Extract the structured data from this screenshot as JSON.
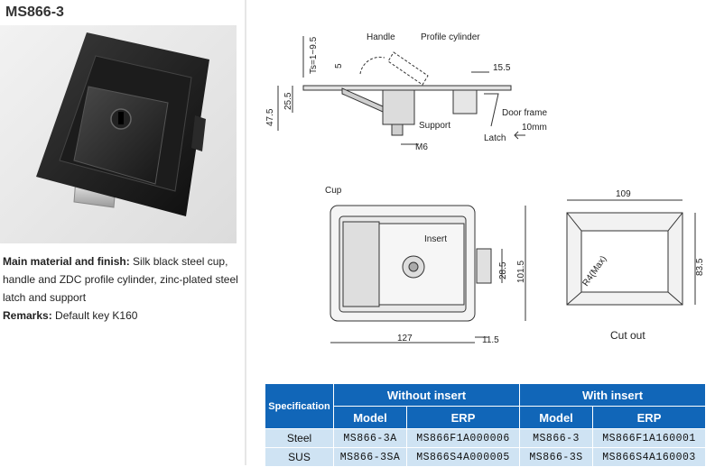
{
  "product": {
    "title": "MS866-3",
    "description": {
      "material_label": "Main material and finish:",
      "material_text": "Silk black steel cup, handle and ZDC profile cylinder, zinc-plated steel latch and support",
      "remarks_label": "Remarks:",
      "remarks_text": "Default key K160"
    }
  },
  "drawing": {
    "side_view": {
      "labels": {
        "handle": "Handle",
        "profile_cylinder": "Profile cylinder",
        "support": "Support",
        "door_frame": "Door frame",
        "latch": "Latch",
        "stroke": "10mm"
      },
      "dims": {
        "ts": "Ts=1~9.5",
        "d5": "5",
        "d155": "15.5",
        "d255": "25.5",
        "d475": "47.5",
        "m6": "M6"
      }
    },
    "front_view": {
      "labels": {
        "cup": "Cup",
        "insert": "Insert"
      },
      "dims": {
        "w127": "127",
        "w115": "11.5",
        "h1015": "101.5",
        "h285": "28.5"
      }
    },
    "cutout": {
      "label": "Cut out",
      "dims": {
        "w109": "109",
        "h835": "83.5",
        "r4": "R4(Max)"
      }
    }
  },
  "table": {
    "spec_header": "Specification",
    "group_without": "Without insert",
    "group_with": "With insert",
    "col_model": "Model",
    "col_erp": "ERP",
    "rows": [
      {
        "spec": "Steel",
        "model_without": "MS866-3A",
        "erp_without": "MS866F1A000006",
        "model_with": "MS866-3",
        "erp_with": "MS866F1A160001"
      },
      {
        "spec": "SUS",
        "model_without": "MS866-3SA",
        "erp_without": "MS866S4A000005",
        "model_with": "MS866-3S",
        "erp_with": "MS866S4A160003"
      }
    ]
  },
  "colors": {
    "header_blue": "#1166b8",
    "cell_light_blue": "#cfe3f3"
  }
}
